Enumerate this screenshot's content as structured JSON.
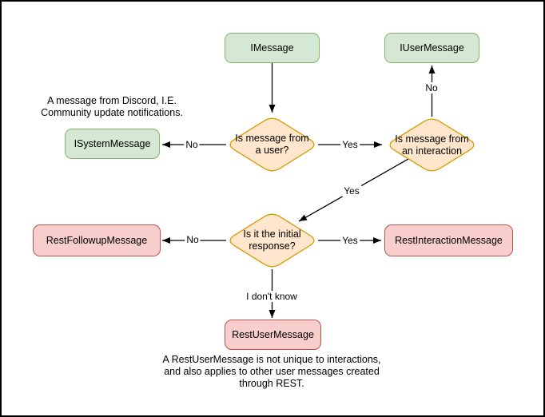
{
  "colors": {
    "green_fill": "#d5e8d4",
    "green_stroke": "#82b366",
    "orange_fill": "#ffe6cc",
    "orange_stroke": "#d79b00",
    "red_fill": "#f8cecc",
    "red_stroke": "#b85450",
    "line": "#000000"
  },
  "nodes": {
    "imessage": {
      "label": "IMessage"
    },
    "iusermessage": {
      "label": "IUserMessage"
    },
    "isystemmessage": {
      "label": "ISystemMessage"
    },
    "restfollowupmessage": {
      "label": "RestFollowupMessage"
    },
    "restinteractionmessage": {
      "label": "RestInteractionMessage"
    },
    "restusermessage": {
      "label": "RestUserMessage"
    }
  },
  "decisions": {
    "is_from_user": {
      "line1": "Is message from",
      "line2": "a user?"
    },
    "is_from_interaction": {
      "line1": "Is message from",
      "line2": "an interaction"
    },
    "is_initial_response": {
      "line1": "Is it the initial",
      "line2": "response?"
    }
  },
  "edge_labels": {
    "user_no": "No",
    "user_yes": "Yes",
    "interaction_no": "No",
    "interaction_yes": "Yes",
    "initial_no": "No",
    "initial_yes": "Yes",
    "initial_unknown": "I don't know"
  },
  "notes": {
    "system_message": {
      "line1": "A message from Discord, I.E.",
      "line2": "Community update notifications."
    },
    "rest_user_message": {
      "line1": "A RestUserMessage is not unique to interactions,",
      "line2": "and also applies to other user messages created",
      "line3": "through REST."
    }
  }
}
